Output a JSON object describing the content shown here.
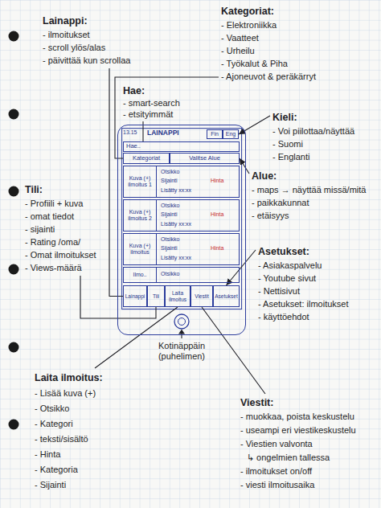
{
  "diagram": {
    "nodes": [
      {
        "text": [
          "Lainappi:",
          "- ilmoitukset",
          "- scroll ylös/alas",
          "- päivittää kun scrollaa"
        ]
      },
      {
        "text": [
          "Kategoriat:",
          "- Elektroniikka",
          "- Vaatteet",
          "- Urheilu",
          "- Työkalut & Piha",
          "- Ajoneuvot & peräkärryt"
        ]
      },
      {
        "text": [
          "Hae:",
          "- smart-search",
          "- etsityimmät"
        ]
      },
      {
        "text": [
          "Kieli:",
          "- Voi piilottaa/näyttää",
          "- Suomi",
          "- Englanti"
        ]
      },
      {
        "text": [
          "Tili:",
          "- Profiili + kuva",
          "- omat tiedot",
          "- sijainti",
          "- Rating /oma/",
          "- Omat ilmoitukset",
          "- Views-määrä"
        ]
      },
      {
        "text": [
          "Alue:",
          "- maps → näyttää missä/mitä",
          "- paikkakunnat",
          "- etäisyys"
        ]
      },
      {
        "text": [
          "Asetukset:",
          "- Asiakaspalvelu",
          "- Youtube sivut",
          "- Nettisivut",
          "- Asetukset: ilmoitukset",
          "- käyttöehdot"
        ]
      },
      {
        "text": [
          "Kotinäppäin (puhelimen)"
        ]
      },
      {
        "text": [
          "Laita ilmoitus:",
          "- Lisää kuva (+)",
          "- Otsikko",
          "- Kategori",
          "- teksti/sisältö",
          "- Hinta",
          "- Kategoria",
          "- Sijainti"
        ]
      },
      {
        "text": [
          "Viestit:",
          "- muokkaa, poista keskustelu",
          "- useampi eri viestikeskustelu",
          "- Viestien valvonta",
          "↳ ongelmien tallessa",
          "- ilmoitukset on/off",
          "- viesti ilmoitusaika"
        ]
      },
      {
        "text": [
          "13.15",
          "LAINAPPI"
        ]
      },
      {
        "text": [
          "Fin"
        ],
        "in": 10
      },
      {
        "text": [
          "Eng"
        ],
        "in": 10
      },
      {
        "text": [
          "Hae.."
        ],
        "in": 10
      },
      {
        "text": [
          "Kategoriat"
        ],
        "in": 10
      },
      {
        "text": [
          "Valitse Alue"
        ],
        "in": 10
      },
      {
        "text": [
          "Otsikko",
          "Sijainti",
          "Hinta",
          "Lisätty xx:xx"
        ],
        "in": 10
      },
      {
        "text": [
          "Kuva (+)",
          "ilmoitus 1"
        ],
        "in": 16
      },
      {
        "text": [
          "Otsikko",
          "Sijainti",
          "Hinta",
          "Lisätty xx:xx"
        ],
        "in": 10
      },
      {
        "text": [
          "Kuva (+)",
          "ilmoitus 2"
        ],
        "in": 18
      },
      {
        "text": [
          "Otsikko",
          "Sijainti",
          "Hinta",
          "Lisätty xx:xx"
        ],
        "in": 10
      },
      {
        "text": [
          "Kuva (+)",
          "ilmoitus"
        ],
        "in": 20
      },
      {
        "text": [
          "Otsikko"
        ],
        "in": 10
      },
      {
        "text": [
          "Ilmo.."
        ],
        "in": 22
      },
      {
        "text": [
          "Lainappi"
        ],
        "in": 10
      },
      {
        "text": [
          "Tili"
        ],
        "in": 10
      },
      {
        "text": [
          "Laita ilmoitus"
        ],
        "in": 10
      },
      {
        "text": [
          "Viestit"
        ],
        "in": 10
      },
      {
        "text": [
          "Asetukset"
        ],
        "in": 10
      }
    ],
    "edges": [
      {
        "from": 0,
        "to": 24,
        "arrow": "none"
      },
      {
        "from": 1,
        "to": 14,
        "arrow": "none"
      },
      {
        "from": 2,
        "to": 13,
        "arrow": "none"
      },
      {
        "from": 3,
        "to": 12,
        "arrow": "to"
      },
      {
        "from": 4,
        "to": 25,
        "arrow": "none"
      },
      {
        "from": 5,
        "to": 15,
        "arrow": "to"
      },
      {
        "from": 6,
        "to": 28,
        "arrow": "to"
      },
      {
        "from": 8,
        "to": 26,
        "arrow": "none"
      },
      {
        "from": 9,
        "to": 27,
        "arrow": "none"
      }
    ]
  }
}
